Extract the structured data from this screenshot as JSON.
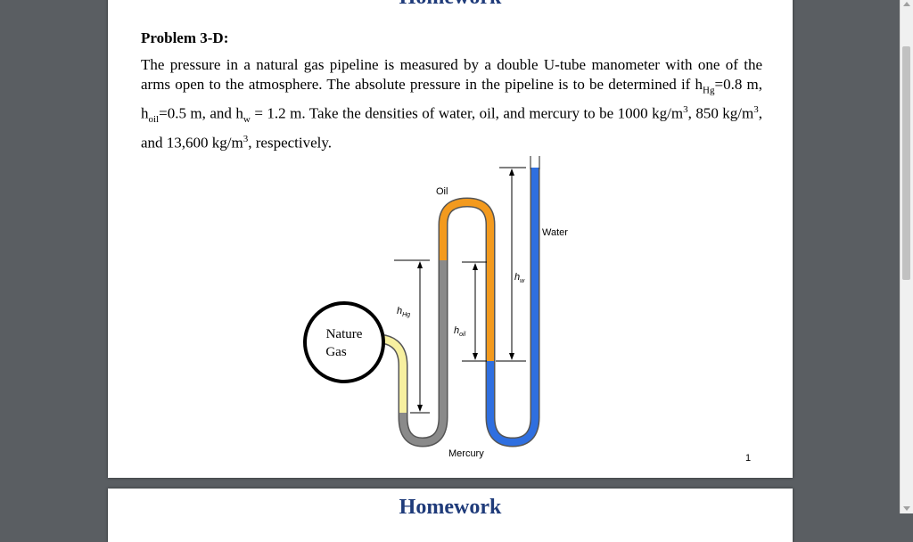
{
  "document": {
    "page1_heading": "Homework",
    "page2_heading": "Homework",
    "page_number": "1"
  },
  "problem": {
    "title": "Problem 3-D:",
    "part1": "The pressure in a natural gas pipeline is measured by a double U-tube manometer with one of the arms open to the atmosphere. The absolute pressure in the pipeline is to be determined if h",
    "sub_hg": "Hg",
    "part2": "=0.8 m, h",
    "sub_oil": "oil",
    "part3": "=0.5 m, and h",
    "sub_w": "w",
    "part4": " = 1.2 m. Take the densities of water, oil, and mercury to be 1000 kg/m",
    "sup1": "3",
    "part5": ", 850 kg/m",
    "sup2": "3",
    "part6": ", and 13,600 kg/m",
    "sup3": "3",
    "part7": ", respectively."
  },
  "diagram": {
    "label_oil": "Oil",
    "label_water": "Water",
    "label_mercury": "Mercury",
    "label_gas_line1": "Nature",
    "label_gas_line2": "Gas",
    "label_h_hg": "h",
    "label_h_hg_sub": "Hg",
    "label_h_oil": "h",
    "label_h_oil_sub": "oil",
    "label_h_w": "h",
    "label_h_w_sub": "w",
    "colors": {
      "oil": "#f39a1e",
      "water": "#2f6fe0",
      "mercury": "#8a8a8a",
      "gas": "#f7f0a0"
    }
  }
}
